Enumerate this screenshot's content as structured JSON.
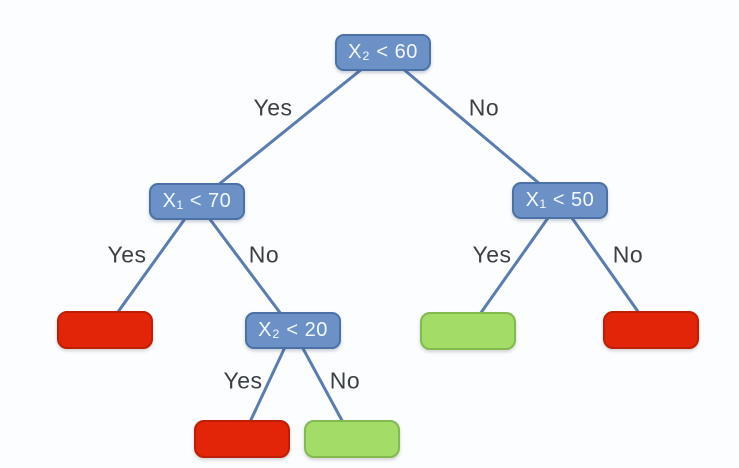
{
  "figure": {
    "type": "decision-tree-diagram"
  },
  "colors": {
    "background": "#fcfdfe",
    "decision_fill": "#6b91c7",
    "decision_border": "#4c71a6",
    "decision_text": "#f4f8fd",
    "edge": "#5b7cb0",
    "branch_label_text": "#3b4045",
    "red": {
      "fill": "#e22508",
      "border": "#bd1e05"
    },
    "green": {
      "fill": "#a3dc67",
      "border": "#82ba4d"
    }
  },
  "tree": {
    "root": {
      "label": "X₂ < 60",
      "yes_branch": "Yes",
      "no_branch": "No",
      "yes": {
        "label": "X₁ < 70",
        "yes_branch": "Yes",
        "no_branch": "No",
        "yes": {
          "leaf": "red"
        },
        "no": {
          "label": "X₂ < 20",
          "yes_branch": "Yes",
          "no_branch": "No",
          "yes": {
            "leaf": "red"
          },
          "no": {
            "leaf": "green"
          }
        }
      },
      "no": {
        "label": "X₁ < 50",
        "yes_branch": "Yes",
        "no_branch": "No",
        "yes": {
          "leaf": "green"
        },
        "no": {
          "leaf": "red"
        }
      }
    }
  }
}
